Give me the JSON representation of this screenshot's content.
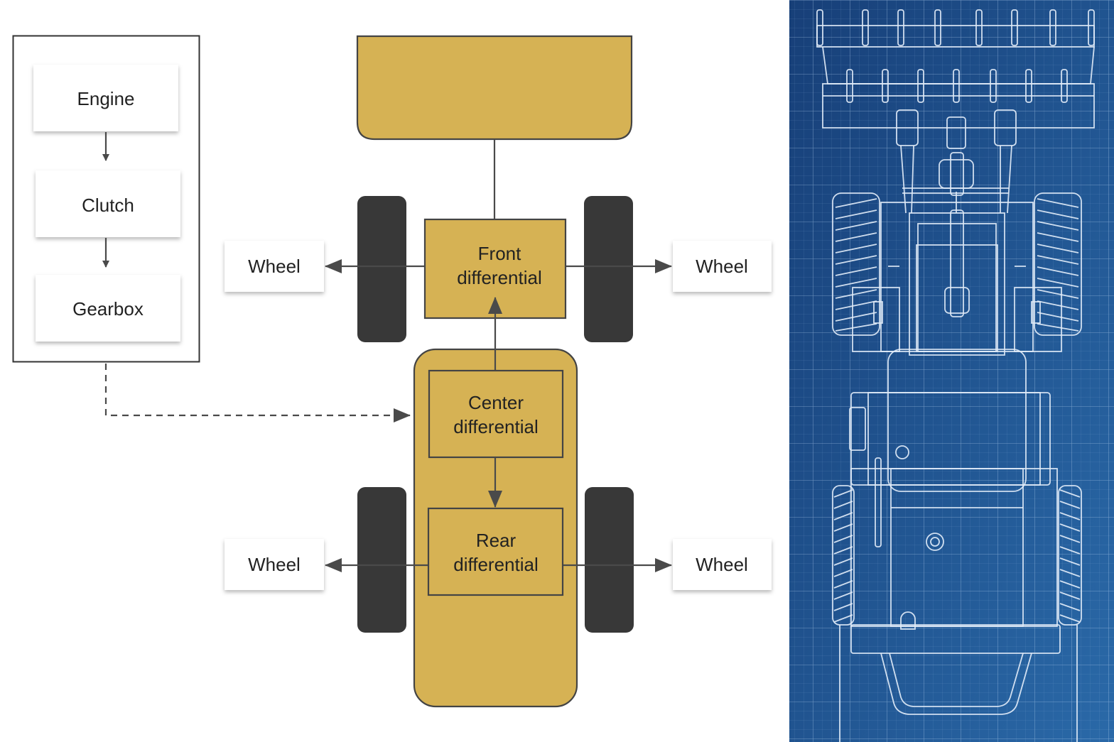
{
  "powertrain": {
    "engine": "Engine",
    "clutch": "Clutch",
    "gearbox": "Gearbox"
  },
  "differentials": {
    "front_line1": "Front",
    "front_line2": "differential",
    "center_line1": "Center",
    "center_line2": "differential",
    "rear_line1": "Rear",
    "rear_line2": "differential"
  },
  "wheels": {
    "front_left": "Wheel",
    "front_right": "Wheel",
    "rear_left": "Wheel",
    "rear_right": "Wheel"
  },
  "colors": {
    "chassis_gold": "#d6b254",
    "tire_dark": "#383838",
    "blueprint_bg": "#1f5a99",
    "blueprint_line": "#dfeaf7"
  }
}
